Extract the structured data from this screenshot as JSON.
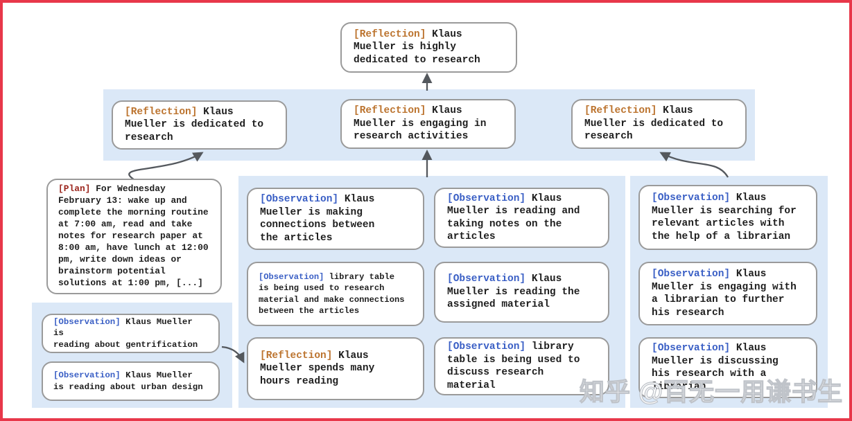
{
  "colors": {
    "reflection_tag": "#bc742f",
    "observation_tag": "#3a5fc5",
    "plan_tag": "#9b251c",
    "band_background": "#dbe8f7",
    "box_border": "#9a9a9a",
    "arrow": "#54585d",
    "frame_border": "#e8374a"
  },
  "watermark": {
    "text": "知乎 @百无一用谦书生"
  },
  "nodes": {
    "top": {
      "tag": "[Reflection]",
      "text": "Klaus\nMueller is highly\ndedicated to research"
    },
    "ref_left": {
      "tag": "[Reflection]",
      "text": "Klaus\nMueller is dedicated to\nresearch"
    },
    "ref_mid": {
      "tag": "[Reflection]",
      "text": "Klaus\nMueller is engaging in\nresearch activities"
    },
    "ref_right": {
      "tag": "[Reflection]",
      "text": "Klaus\nMueller is dedicated to\nresearch"
    },
    "plan": {
      "tag": "[Plan]",
      "text": "For Wednesday\nFebruary 13: wake up and\ncomplete the morning routine\nat 7:00 am, read and take\nnotes for research paper at\n8:00 am, have lunch at 12:00\npm, write down ideas or\nbrainstorm potential\nsolutions at 1:00 pm, [...]"
    },
    "obs_gentrification": {
      "tag": "[Observation]",
      "text": "Klaus Mueller is\nreading about gentrification"
    },
    "obs_urban": {
      "tag": "[Observation]",
      "text": "Klaus Mueller\nis reading about urban design"
    },
    "obs_connections": {
      "tag": "[Observation]",
      "text": "Klaus\nMueller is making\nconnections between\nthe articles"
    },
    "obs_library_research": {
      "tag": "[Observation]",
      "text": "library table\nis being used to research\nmaterial and make connections\nbetween the articles"
    },
    "ref_reading": {
      "tag": "[Reflection]",
      "text": "Klaus\nMueller spends many\nhours reading"
    },
    "obs_notes": {
      "tag": "[Observation]",
      "text": "Klaus\nMueller is reading and\ntaking notes on the\narticles"
    },
    "obs_assigned": {
      "tag": "[Observation]",
      "text": "Klaus\nMueller is reading the\nassigned material"
    },
    "obs_library_discuss": {
      "tag": "[Observation]",
      "text": "library\ntable is being used to\ndiscuss research material"
    },
    "obs_searching": {
      "tag": "[Observation]",
      "text": "Klaus\nMueller is searching for\nrelevant articles with\nthe help of a librarian"
    },
    "obs_engaging": {
      "tag": "[Observation]",
      "text": "Klaus\nMueller is engaging with\na librarian to further\nhis research"
    },
    "obs_discussing": {
      "tag": "[Observation]",
      "text": "Klaus\nMueller is discussing\nhis research with a\nlibrarian"
    }
  }
}
